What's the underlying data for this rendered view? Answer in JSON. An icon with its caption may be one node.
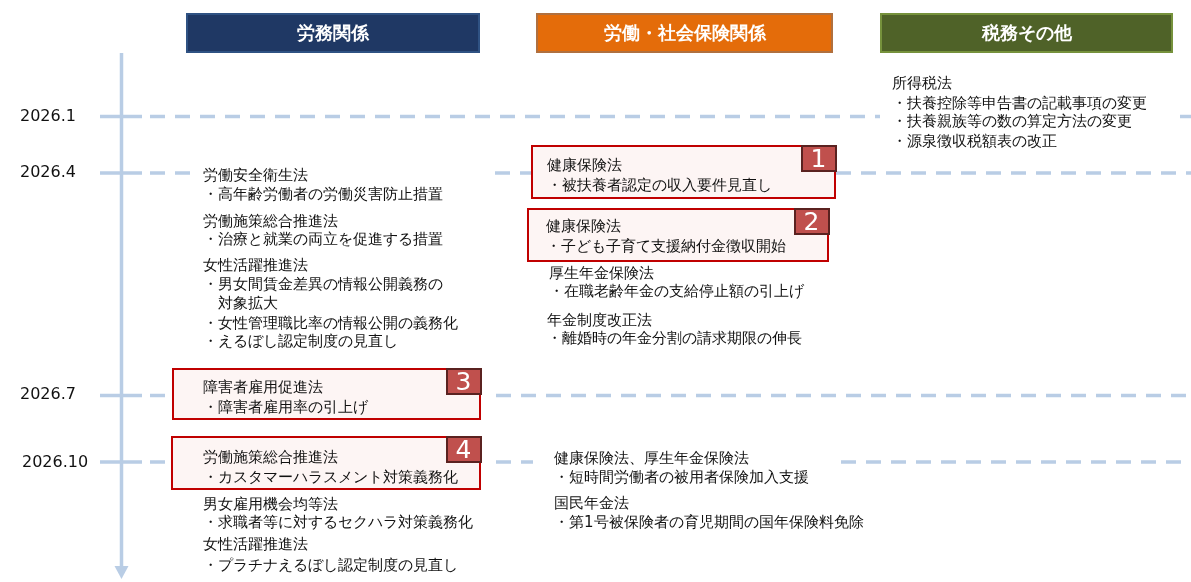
{
  "diagram": {
    "nodes": [
      {
        "text": [
          "労務関係"
        ]
      },
      {
        "text": [
          "労働・社会保険関係"
        ]
      },
      {
        "text": [
          "税務その他"
        ]
      },
      {
        "text": [
          "健康保険法",
          "1",
          "・被扶養者認定の収入要件見直し"
        ]
      },
      {
        "text": [
          "健康保険法",
          "2",
          "・子ども子育て支援納付金徴収開始"
        ]
      },
      {
        "text": [
          "障害者雇用促進法",
          "3",
          "・障害者雇用率の引上げ"
        ]
      },
      {
        "text": [
          "4",
          "労働施策総合推進法",
          "・カスタマーハラスメント対策義務化"
        ]
      }
    ],
    "labels": [
      "2026.1",
      "2026.4",
      "2026.7",
      "2026.10",
      "労働安全衛生法",
      "・高年齢労働者の労働災害防止措置",
      "労働施策総合推進法",
      "・治療と就業の両立を促進する措置",
      "女性活躍推進法",
      "・男女間賃金差異の情報公開義務の対象拡大",
      "・女性管理職比率の情報公開の義務化",
      "・えるぼし認定制度の見直し",
      "男女雇用機会均等法",
      "・求職者等に対するセクハラ対策義務化",
      "女性活躍推進法",
      "・プラチナえるぼし認定制度の見直し",
      "厚生年金保険法",
      "・在職老齢年金の支給停止額の引上げ",
      "年金制度改正法",
      "・離婚時の年金分割の請求期限の伸長",
      "健康保険法、厚生年金保険法",
      "・短時間労働者の被用者保険加入支援",
      "国民年金法",
      "・第1号被保険者の育児期間の国年保険料免除",
      "所得税法",
      "・扶養控除等申告書の記載事項の変更",
      "・扶養親族等の数の算定方法の変更",
      "・源泉徴収税額表の改正"
    ]
  }
}
